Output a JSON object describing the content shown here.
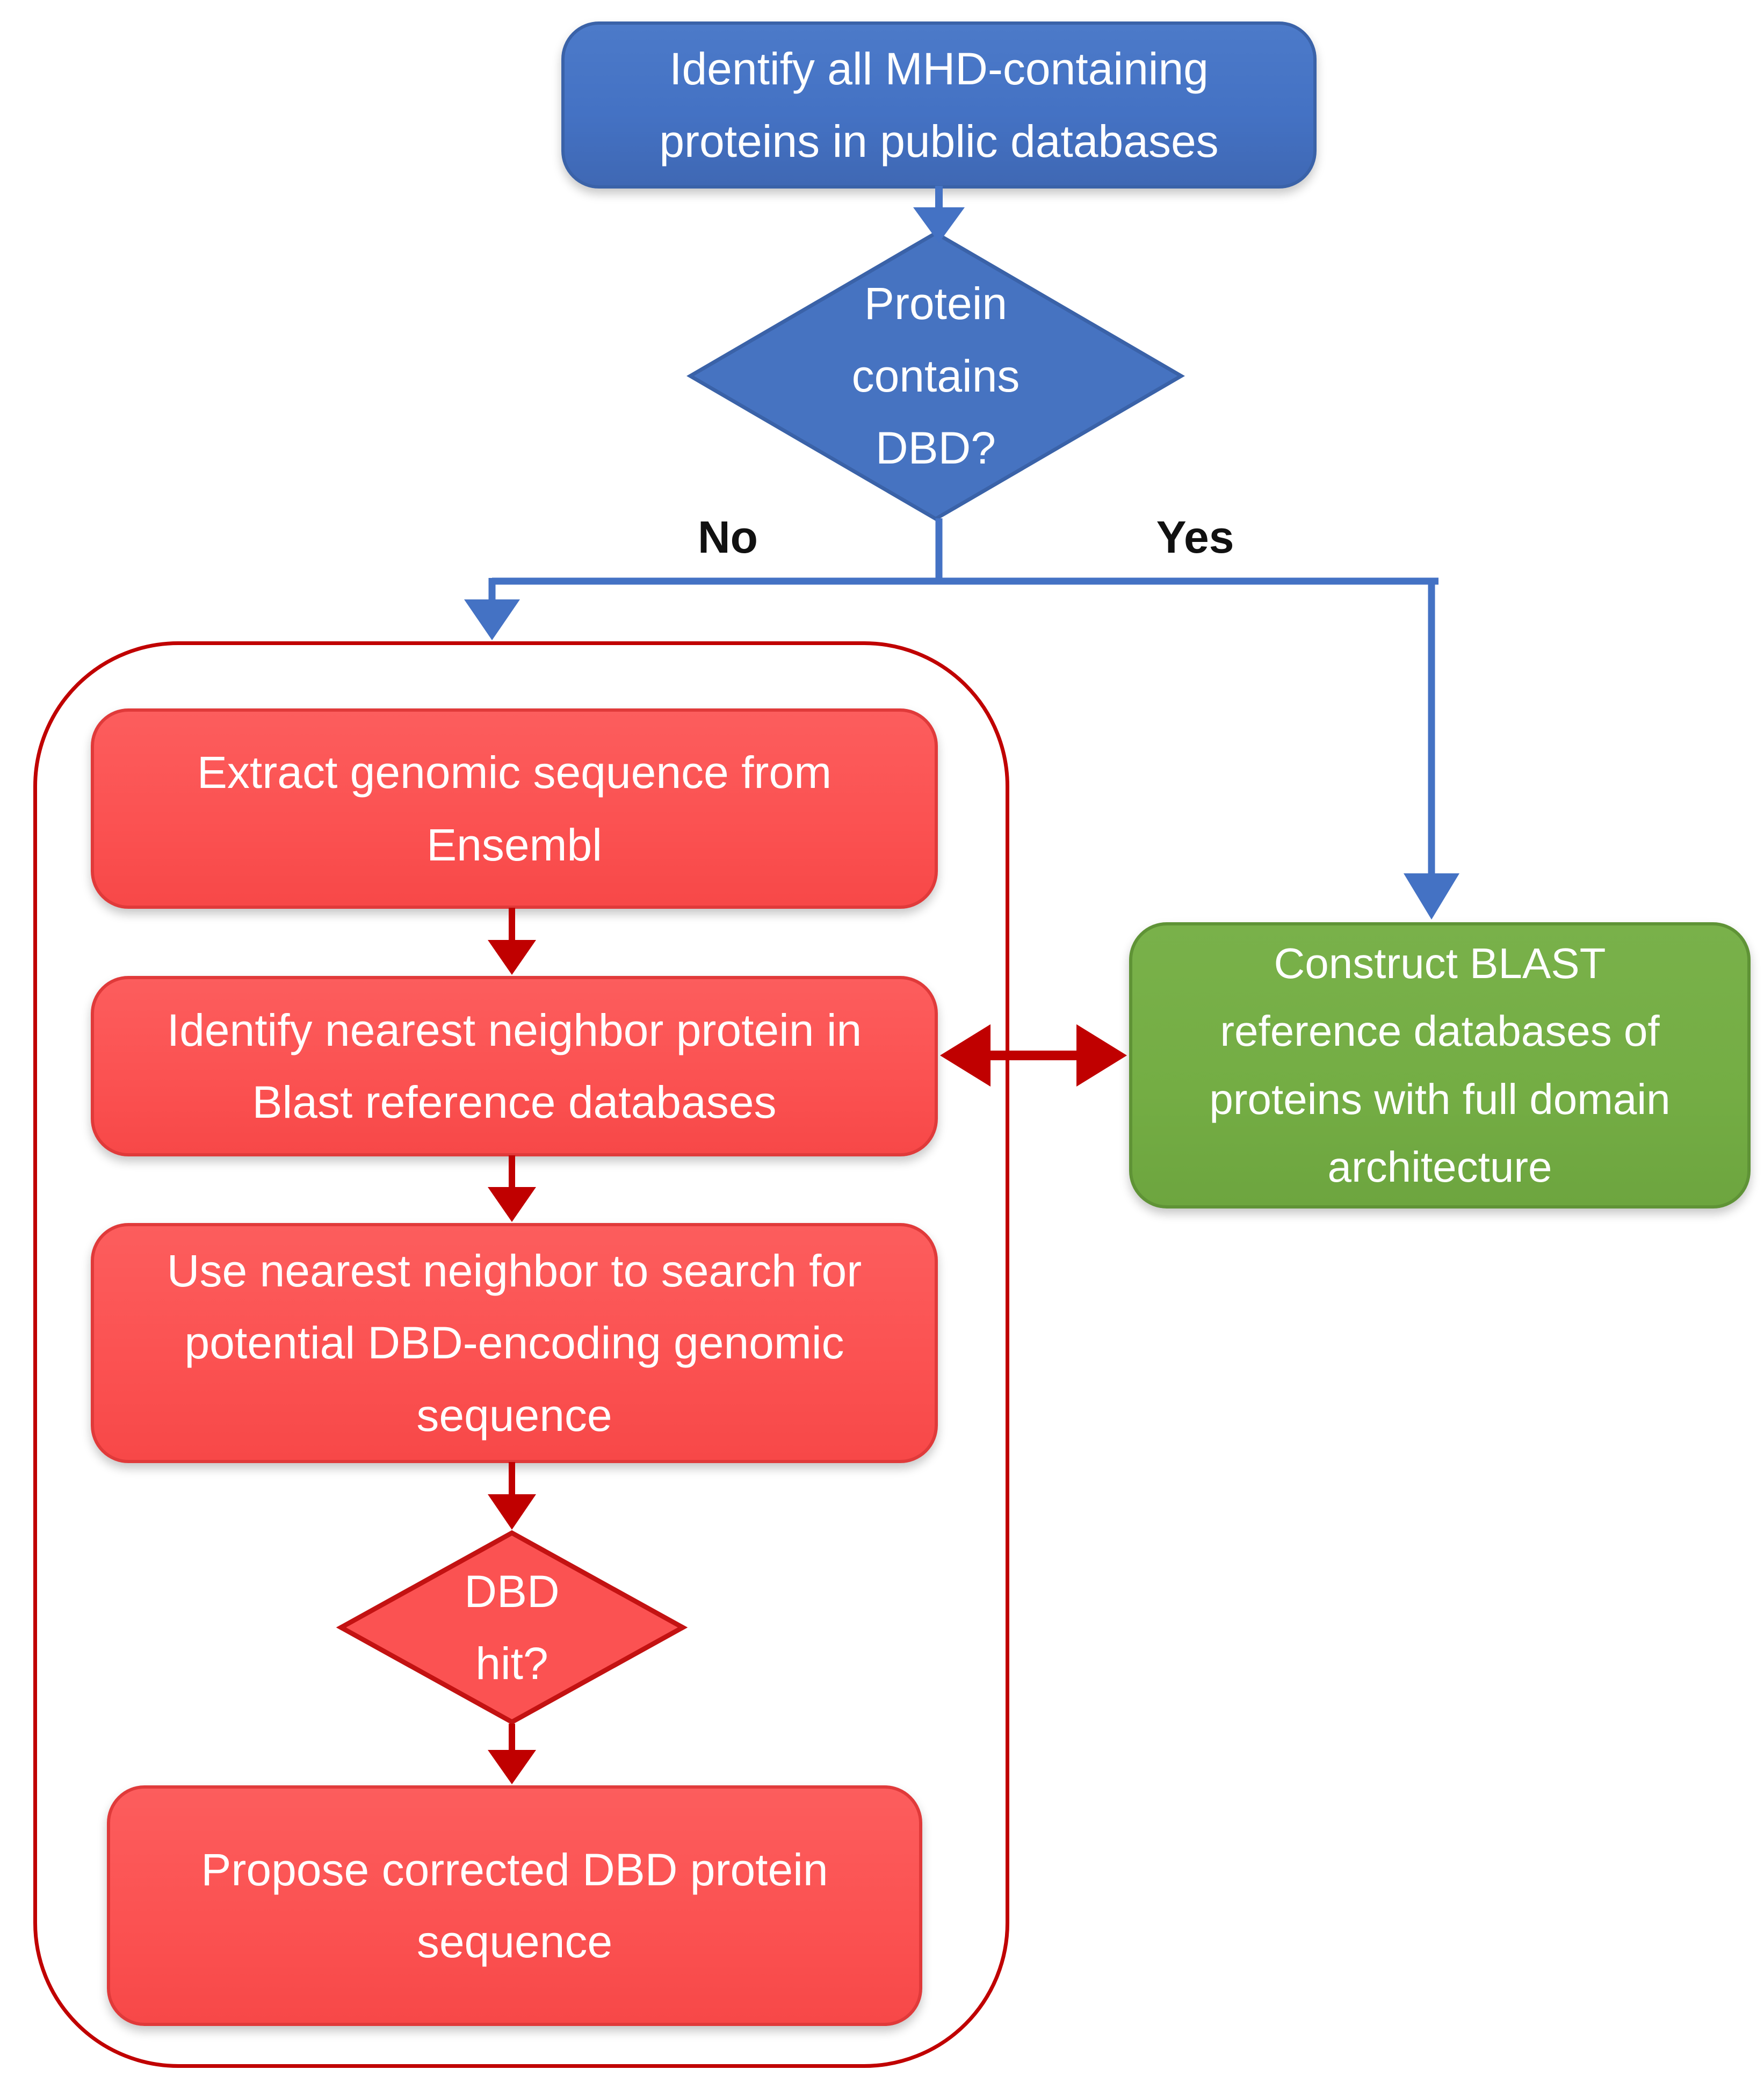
{
  "figure": {
    "title": "MHD protein DBD-correction workflow flowchart",
    "colors": {
      "blue_fill": "#4472C4",
      "blue_border": "#3A62A8",
      "blue_connector": "#4472C4",
      "red_fill": "#FB5252",
      "red_box_border": "#E03A3A",
      "red_connector": "#C00000",
      "container_border": "#C00000",
      "green_fill": "#74AD44",
      "green_border": "#5F9336",
      "shape_text": "#FFFFFF",
      "label_text": "#111111",
      "background": "#FFFFFF"
    },
    "nodes": {
      "identify_mhd": "Identify all MHD-containing proteins in public databases",
      "protein_contains_dbd": "Protein contains DBD?",
      "extract_genomic": "Extract genomic sequence from Ensembl",
      "identify_neighbor": "Identify nearest neighbor protein in Blast reference databases",
      "use_neighbor": "Use nearest neighbor to search for potential DBD-encoding genomic sequence",
      "dbd_hit": "DBD hit?",
      "propose_corrected": "Propose corrected DBD protein sequence",
      "construct_blast": "Construct BLAST reference databases of proteins with full domain architecture"
    },
    "labels": {
      "no": "No",
      "yes": "Yes"
    }
  }
}
